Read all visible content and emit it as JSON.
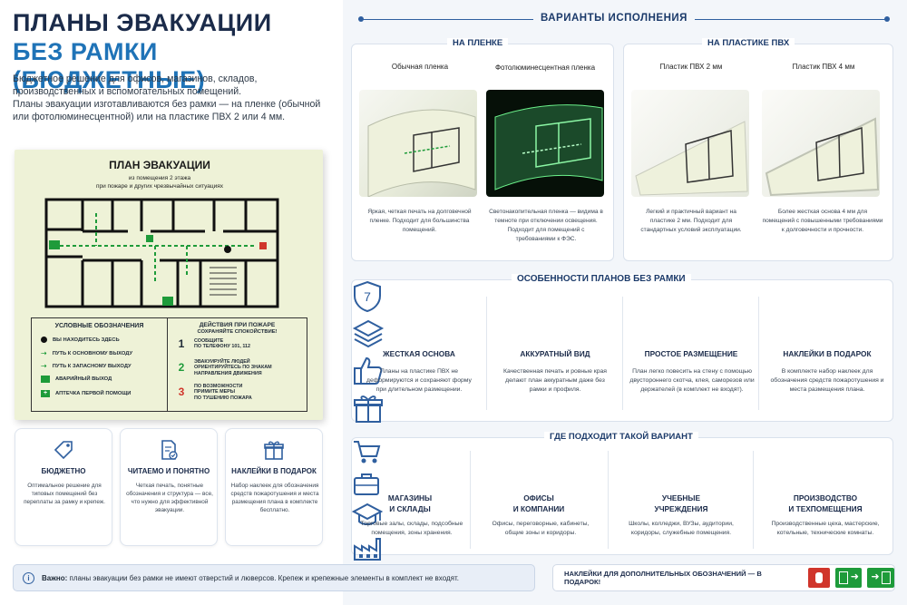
{
  "header": {
    "title_line1": "ПЛАНЫ ЭВАКУАЦИИ",
    "title_line2": "БЕЗ РАМКИ (БЮДЖЕТНЫЕ)",
    "lead": "Бюджетное решение для офисов, магазинов, складов, производственных и вспомогательных помещений.\nПланы эвакуации изготавливаются без рамки — на пленке (обычной или фотолюминесцентной) или на пластике ПВХ 2 или 4 мм."
  },
  "plan": {
    "title": "ПЛАН ЭВАКУАЦИИ",
    "sub1": "из помещения 2 этажа",
    "sub2": "при пожаре и других чрезвычайных ситуациях",
    "legend_title": "УСЛОВНЫЕ ОБОЗНАЧЕНИЯ",
    "legend": [
      "ВЫ НАХОДИТЕСЬ ЗДЕСЬ",
      "ПУТЬ К ОСНОВНОМУ ВЫХОДУ",
      "ПУТЬ К ЗАПАСНОМУ ВЫХОДУ",
      "АВАРИЙНЫЙ ВЫХОД",
      "АПТЕЧКА ПЕРВОЙ ПОМОЩИ"
    ],
    "actions_title1": "ДЕЙСТВИЯ ПРИ ПОЖАРЕ",
    "actions_title2": "СОХРАНЯЙТЕ СПОКОЙСТВИЕ!",
    "actions": [
      {
        "num": "1",
        "l1": "СООБЩИТЕ",
        "l2": "ПО ТЕЛЕФОНУ 101, 112",
        "l3": ""
      },
      {
        "num": "2",
        "l1": "ЭВАКУИРУЙТЕ ЛЮДЕЙ",
        "l2": "ОРИЕНТИРУЙТЕСЬ ПО ЗНАКАМ",
        "l3": "НАПРАВЛЕНИЯ ДВИЖЕНИЯ"
      },
      {
        "num": "3",
        "l1": "ПО ВОЗМОЖНОСТИ",
        "l2": "ПРИМИТЕ МЕРЫ",
        "l3": "ПО ТУШЕНИЮ ПОЖАРА"
      }
    ]
  },
  "left_features": [
    {
      "icon": "tag-icon",
      "title": "БЮДЖЕТНО",
      "desc": "Оптимальное решение для типовых помещений без переплаты за рамку и крепеж."
    },
    {
      "icon": "document-check-icon",
      "title": "ЧИТАЕМО И ПОНЯТНО",
      "desc": "Четкая печать, понятные обозначения и структура — все, что нужно для эффективной эвакуации."
    },
    {
      "icon": "gift-icon",
      "title": "НАКЛЕЙКИ В ПОДАРОК",
      "desc": "Набор наклеек для обозначения средств пожаротушения и места размещения плана в комплекте бесплатно."
    }
  ],
  "variants": {
    "title": "ВАРИАНТЫ ИСПОЛНЕНИЯ",
    "film_title": "НА ПЛЕНКЕ",
    "pvc_title": "НА ПЛАСТИКЕ ПВХ",
    "items": [
      {
        "name": "Обычная пленка",
        "desc": "Яркая, четкая печать на долговечной пленке. Подходит для большинства помещений."
      },
      {
        "name": "Фотолюминесцентная пленка",
        "desc": "Светонакопительная пленка — видима в темноте при отключении освещения. Подходит для помещений с требованиями к ФЭС."
      },
      {
        "name": "Пластик ПВХ 2 мм",
        "desc": "Легкий и практичный вариант на пластике 2 мм. Подходит для стандартных условий эксплуатации."
      },
      {
        "name": "Пластик ПВХ 4 мм",
        "desc": "Более жесткая основа 4 мм для помещений с повышенными требованиями к долговечности и прочности."
      }
    ]
  },
  "features": {
    "title": "ОСОБЕННОСТИ ПЛАНОВ БЕЗ РАМКИ",
    "items": [
      {
        "icon": "shield-icon",
        "title": "ЖЕСТКАЯ ОСНОВА",
        "desc": "Планы на пластике ПВХ не деформируются и сохраняют форму при длительном размещении."
      },
      {
        "icon": "layers-icon",
        "title": "АККУРАТНЫЙ ВИД",
        "desc": "Качественная печать и ровные края делают план аккуратным даже без рамки и профиля."
      },
      {
        "icon": "thumbs-up-icon",
        "title": "ПРОСТОЕ РАЗМЕЩЕНИЕ",
        "desc": "План легко повесить на стену с помощью двустороннего скотча, клея, саморезов или держателей (в комплект не входят)."
      },
      {
        "icon": "gift-icon",
        "title": "НАКЛЕЙКИ В ПОДАРОК",
        "desc": "В комплекте набор наклеек для обозначения средств пожаротушения и места размещения плана."
      }
    ]
  },
  "fits": {
    "title": "ГДЕ ПОДХОДИТ ТАКОЙ ВАРИАНТ",
    "items": [
      {
        "icon": "cart-icon",
        "t1": "МАГАЗИНЫ",
        "t2": "И СКЛАДЫ",
        "desc": "Торговые залы, склады, подсобные помещения, зоны хранения."
      },
      {
        "icon": "briefcase-icon",
        "t1": "ОФИСЫ",
        "t2": "И КОМПАНИИ",
        "desc": "Офисы, переговорные, кабинеты, общие зоны и коридоры."
      },
      {
        "icon": "graduation-cap-icon",
        "t1": "УЧЕБНЫЕ",
        "t2": "УЧРЕЖДЕНИЯ",
        "desc": "Школы, колледжи, ВУЗы, аудитории, коридоры, служебные помещения."
      },
      {
        "icon": "factory-icon",
        "t1": "ПРОИЗВОДСТВО",
        "t2": "И ТЕХПОМЕЩЕНИЯ",
        "desc": "Производственные цеха, мастерские, котельные, технические комнаты."
      }
    ]
  },
  "footer": {
    "note_bold": "Важно:",
    "note": "планы эвакуации без рамки не имеют отверстий и люверсов. Крепеж и крепежные элементы в комплект не входят.",
    "stickers": "НАКЛЕЙКИ ДЛЯ ДОПОЛНИТЕЛЬНЫХ ОБОЗНАЧЕНИЙ — В ПОДАРОК!"
  },
  "colors": {
    "navy": "#1b2b4a",
    "blue": "#1f73b7",
    "green": "#1e9b3a",
    "red": "#d0352b"
  }
}
